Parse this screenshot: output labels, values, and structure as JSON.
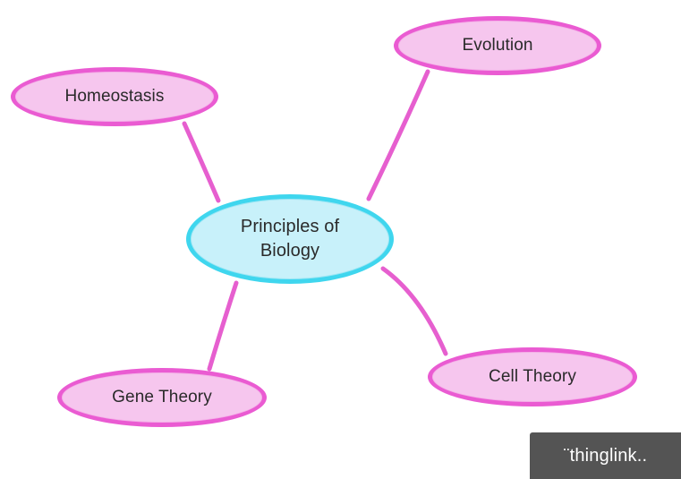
{
  "diagram": {
    "center": {
      "line1": "Principles of",
      "line2": "Biology"
    },
    "branches": {
      "evolution": "Evolution",
      "homeostasis": "Homeostasis",
      "cell_theory": "Cell Theory",
      "gene_theory": "Gene Theory"
    }
  },
  "watermark": {
    "text": "¨thinglink.."
  },
  "colors": {
    "branch_fill": "#f6c6ee",
    "branch_border": "#ea5bd2",
    "center_fill": "#c8f1fa",
    "center_border": "#3fd6ee",
    "connector": "#e65fcf",
    "watermark_bg": "#545454"
  }
}
